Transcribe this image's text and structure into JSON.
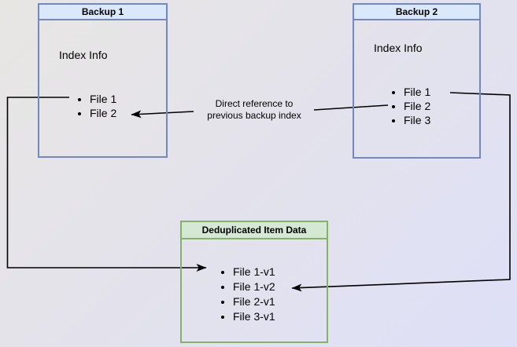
{
  "diagram": {
    "backup1": {
      "title": "Backup 1",
      "subtitle": "Index Info",
      "files": [
        "File 1",
        "File 2"
      ]
    },
    "backup2": {
      "title": "Backup 2",
      "subtitle": "Index Info",
      "files": [
        "File 1",
        "File 2",
        "File 3"
      ]
    },
    "dedup": {
      "title": "Deduplicated Item Data",
      "items": [
        "File 1-v1",
        "File 1-v2",
        "File 2-v1",
        "File 3-v1"
      ]
    },
    "annotation": {
      "line1": "Direct reference to",
      "line2": "previous backup index"
    },
    "colors": {
      "blue_fill": "#dae8fc",
      "blue_border": "#7288bf",
      "green_fill": "#d5e8d4",
      "green_border": "#82b366",
      "arrow": "#000000"
    }
  }
}
